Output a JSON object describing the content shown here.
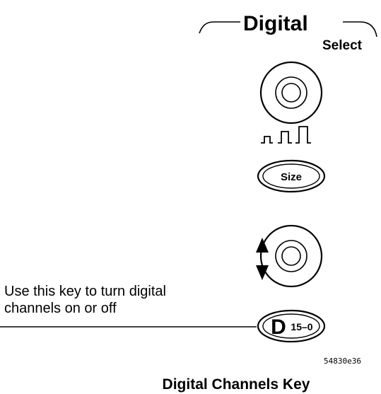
{
  "panel": {
    "group_label": "Digital",
    "select_label": "Select"
  },
  "icons": {
    "waveform": "square-wave-sizes-icon",
    "arrows": "up-down-arrow-icon"
  },
  "buttons": {
    "size_label": "Size",
    "channels_key_letter": "D",
    "channels_key_range": "15–0"
  },
  "callout": {
    "line1": "Use this key to turn digital",
    "line2": "channels on or off"
  },
  "figure_ref": "54830e36",
  "caption": "Digital Channels Key"
}
